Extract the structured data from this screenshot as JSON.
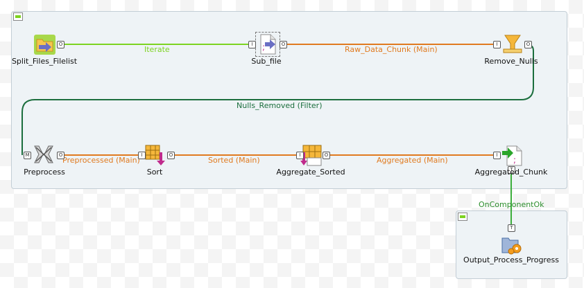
{
  "components": {
    "split_files_filelist": "Split_Files_Filelist",
    "sub_file": "Sub_file",
    "remove_nulls": "Remove_Nulls",
    "preprocess": "Preprocess",
    "sort": "Sort",
    "aggregate_sorted": "Aggregate_Sorted",
    "aggregated_chunk": "Aggregated_Chunk",
    "output_process_progress": "Output_Process_Progress"
  },
  "links": {
    "iterate": "Iterate",
    "raw_data_chunk": "Raw_Data_Chunk (Main)",
    "nulls_removed": "Nulls_Removed (Filter)",
    "preprocessed": "Preprocessed (Main)",
    "sorted": "Sorted (Main)",
    "aggregated": "Aggregated (Main)",
    "on_component_ok": "OnComponentOk"
  },
  "ports": {
    "out": "O",
    "in": "I",
    "main": "M",
    "trigger": "T"
  },
  "colors": {
    "iterate": "#7dd321",
    "main": "#e07a1f",
    "filter": "#1b6e3d",
    "trigger": "#3cae3c",
    "subjob_bg": "#eef3f6"
  }
}
